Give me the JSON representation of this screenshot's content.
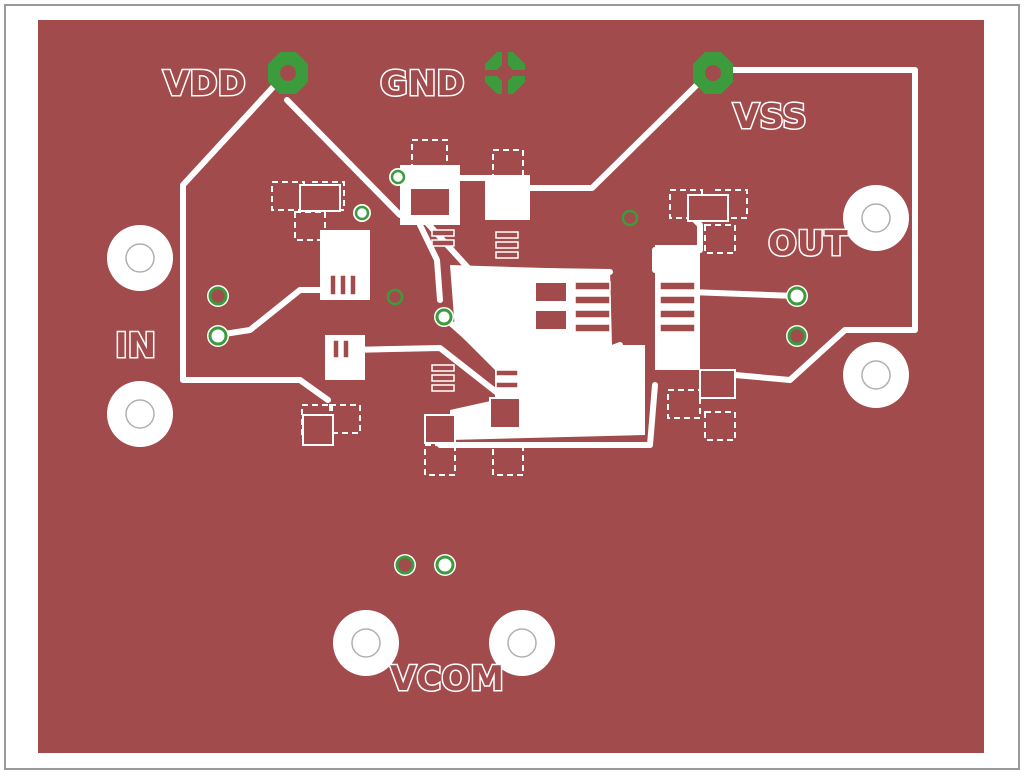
{
  "colors": {
    "copper": "#a24b4c",
    "clearance": "#ffffff",
    "via_ring": "#3c9b3c",
    "outline": "#9a9a9a"
  },
  "labels": {
    "vdd": "VDD",
    "gnd": "GND",
    "vss": "VSS",
    "out": "OUT",
    "in": "IN",
    "vcom": "VCOM"
  }
}
